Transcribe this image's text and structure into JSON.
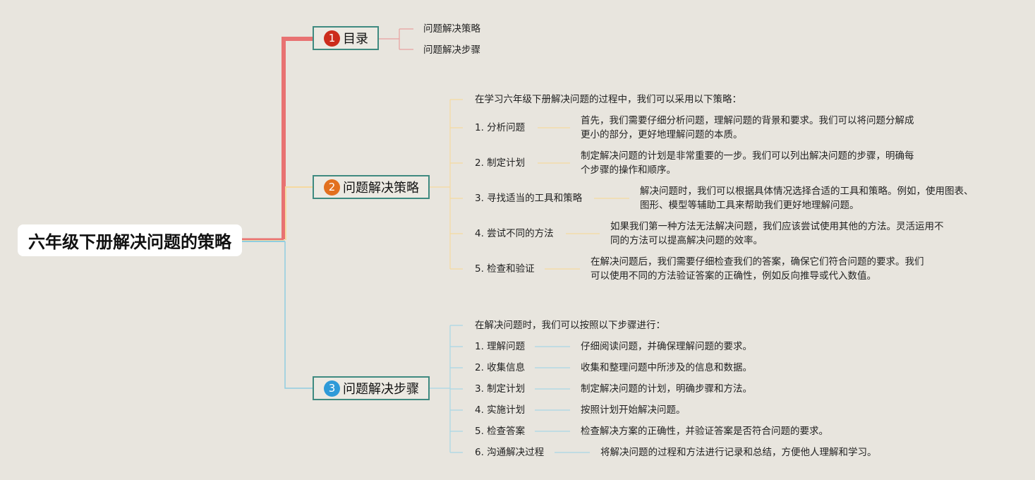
{
  "root": {
    "title": "六年级下册解决问题的策略"
  },
  "colors": {
    "toc": "#e87272",
    "strategy": "#f5d9a0",
    "steps": "#8fcde0",
    "badge1": "#cc2c1c",
    "badge2": "#e2701f",
    "badge3": "#2e9ad8",
    "branch_border": "#3f8a80"
  },
  "branches": {
    "toc": {
      "number": "1",
      "label": "目录",
      "items": [
        "问题解决策略",
        "问题解决步骤"
      ]
    },
    "strategy": {
      "number": "2",
      "label": "问题解决策略",
      "intro": "在学习六年级下册解决问题的过程中，我们可以采用以下策略：",
      "items": [
        {
          "label": "1. 分析问题",
          "desc1": "首先，我们需要仔细分析问题，理解问题的背景和要求。我们可以将问题分解成",
          "desc2": "更小的部分，更好地理解问题的本质。"
        },
        {
          "label": "2. 制定计划",
          "desc1": "制定解决问题的计划是非常重要的一步。我们可以列出解决问题的步骤，明确每",
          "desc2": "个步骤的操作和顺序。"
        },
        {
          "label": "3. 寻找适当的工具和策略",
          "desc1": "解决问题时，我们可以根据具体情况选择合适的工具和策略。例如，使用图表、",
          "desc2": "图形、模型等辅助工具来帮助我们更好地理解问题。"
        },
        {
          "label": "4. 尝试不同的方法",
          "desc1": "如果我们第一种方法无法解决问题，我们应该尝试使用其他的方法。灵活运用不",
          "desc2": "同的方法可以提高解决问题的效率。"
        },
        {
          "label": "5. 检查和验证",
          "desc1": "在解决问题后，我们需要仔细检查我们的答案，确保它们符合问题的要求。我们",
          "desc2": "可以使用不同的方法验证答案的正确性，例如反向推导或代入数值。"
        }
      ]
    },
    "steps": {
      "number": "3",
      "label": "问题解决步骤",
      "intro": "在解决问题时，我们可以按照以下步骤进行：",
      "items": [
        {
          "label": "1. 理解问题",
          "desc": "仔细阅读问题，并确保理解问题的要求。"
        },
        {
          "label": "2. 收集信息",
          "desc": "收集和整理问题中所涉及的信息和数据。"
        },
        {
          "label": "3. 制定计划",
          "desc": "制定解决问题的计划，明确步骤和方法。"
        },
        {
          "label": "4. 实施计划",
          "desc": "按照计划开始解决问题。"
        },
        {
          "label": "5. 检查答案",
          "desc": "检查解决方案的正确性，并验证答案是否符合问题的要求。"
        },
        {
          "label": "6. 沟通解决过程",
          "desc": "将解决问题的过程和方法进行记录和总结，方便他人理解和学习。"
        }
      ]
    }
  }
}
